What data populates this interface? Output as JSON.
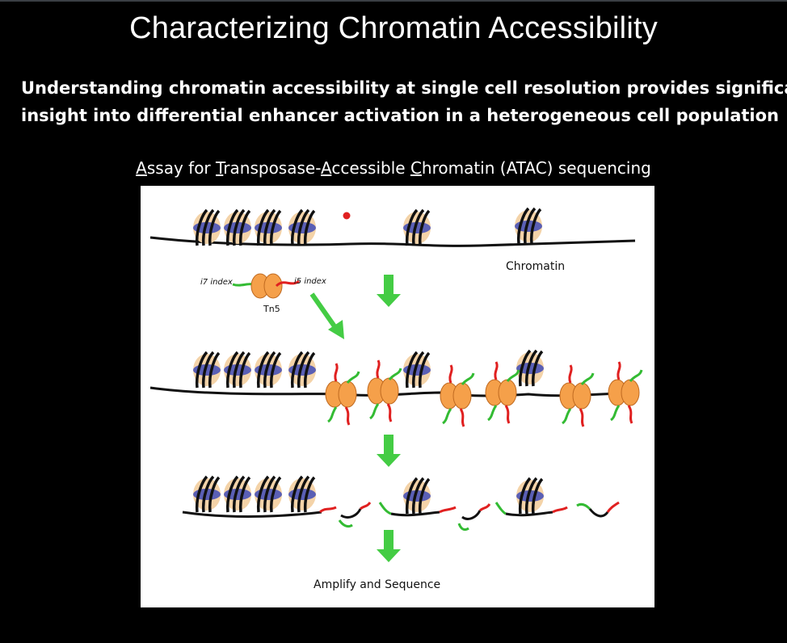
{
  "slide": {
    "title": "Characterizing Chromatin Accessibility",
    "subtitle_line1": "Understanding chromatin accessibility at single cell resolution provides significant",
    "subtitle_line2": "insight into differential enhancer activation in a heterogeneous cell population",
    "assay_title": {
      "a_letter": "A",
      "a_rest": "ssay for ",
      "t_letter": "T",
      "t_rest": "ransposase-",
      "ac_letter": "A",
      "ac_rest": "ccessible ",
      "c_letter": "C",
      "c_rest": "hromatin (ATAC) sequencing"
    }
  },
  "diagram": {
    "chromatin_label": "Chromatin",
    "i7_label": "i7 index",
    "i5_label": "i5 index",
    "tn5_label": "Tn5",
    "final_label": "Amplify and Sequence"
  },
  "colors": {
    "background": "#000000",
    "panel": "#ffffff",
    "arrow_green": "#44cc44",
    "histone_core": "#f4d3a8",
    "histone_band": "#5a5fb5",
    "tn5_orange": "#f5a04a",
    "adapter_red": "#e02020",
    "adapter_green": "#33bb33"
  }
}
